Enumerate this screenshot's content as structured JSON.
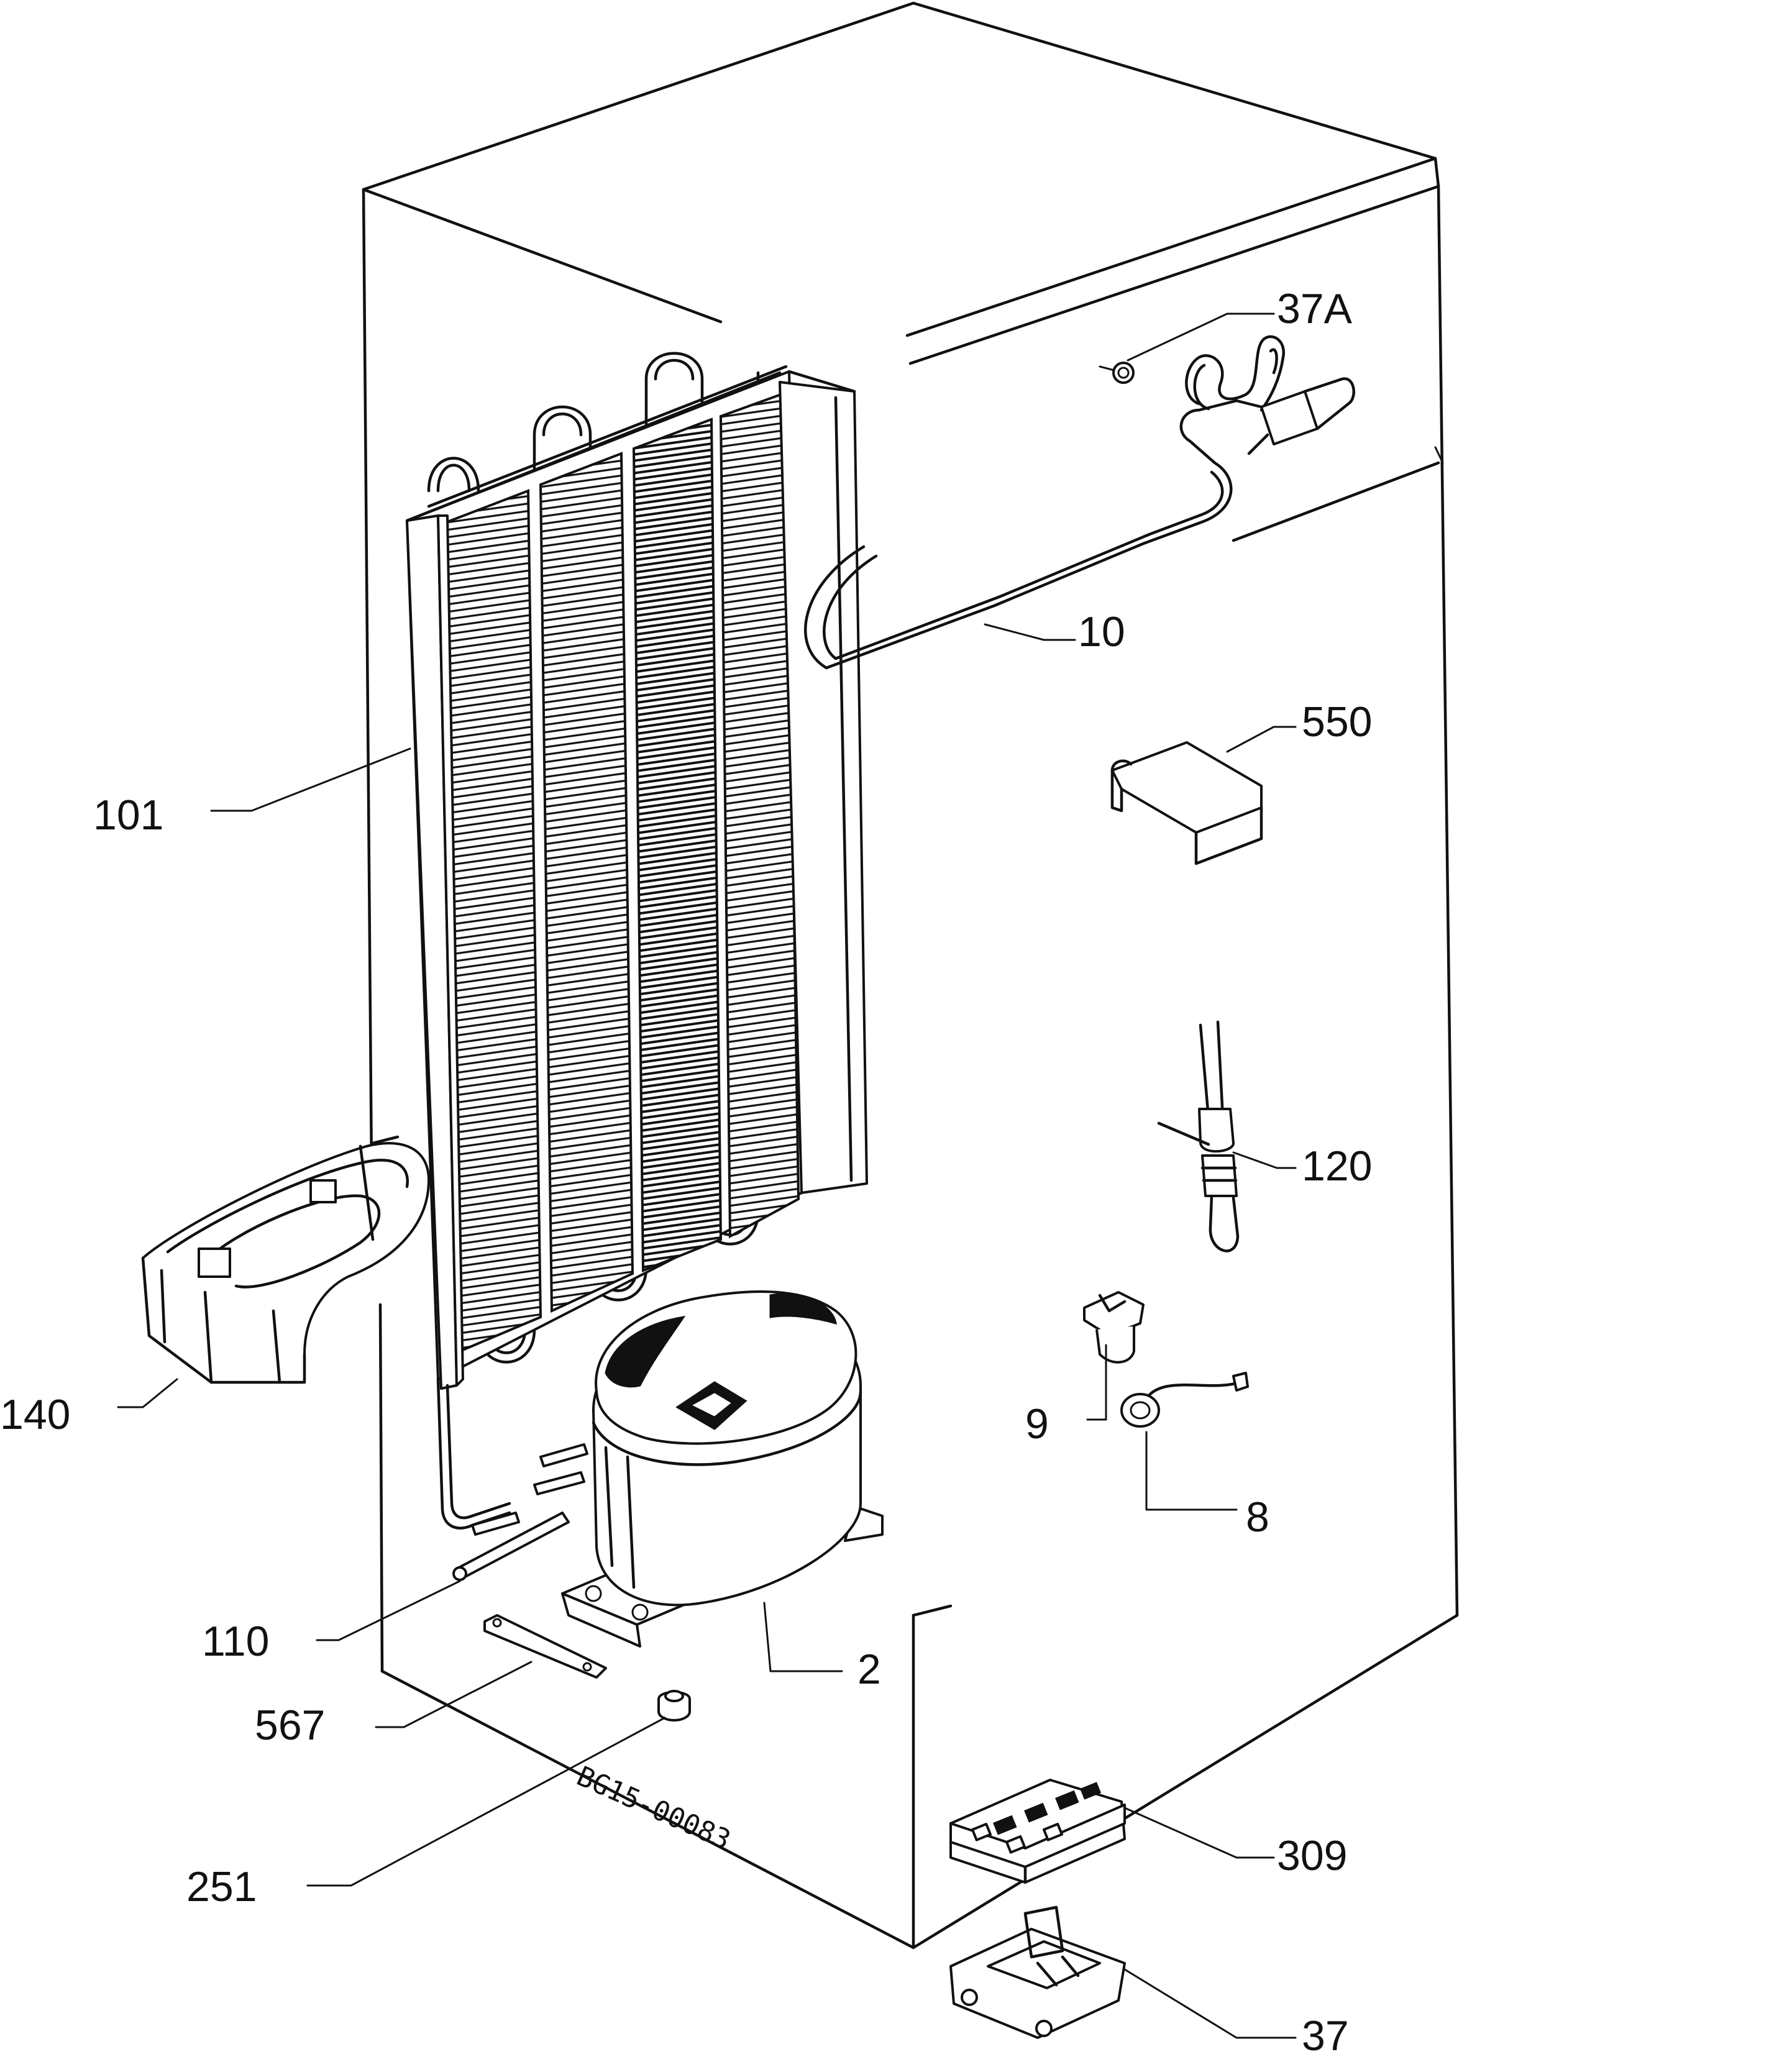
{
  "diagram": {
    "drawing_code": "BG15-00083",
    "parts": [
      {
        "id": "p37a",
        "label": "37A"
      },
      {
        "id": "p10",
        "label": "10"
      },
      {
        "id": "p550",
        "label": "550"
      },
      {
        "id": "p101",
        "label": "101"
      },
      {
        "id": "p120",
        "label": "120"
      },
      {
        "id": "p140",
        "label": "140"
      },
      {
        "id": "p9",
        "label": "9"
      },
      {
        "id": "p8",
        "label": "8"
      },
      {
        "id": "p110",
        "label": "110"
      },
      {
        "id": "p2",
        "label": "2"
      },
      {
        "id": "p567",
        "label": "567"
      },
      {
        "id": "p251",
        "label": "251"
      },
      {
        "id": "p309",
        "label": "309"
      },
      {
        "id": "p37",
        "label": "37"
      }
    ]
  }
}
